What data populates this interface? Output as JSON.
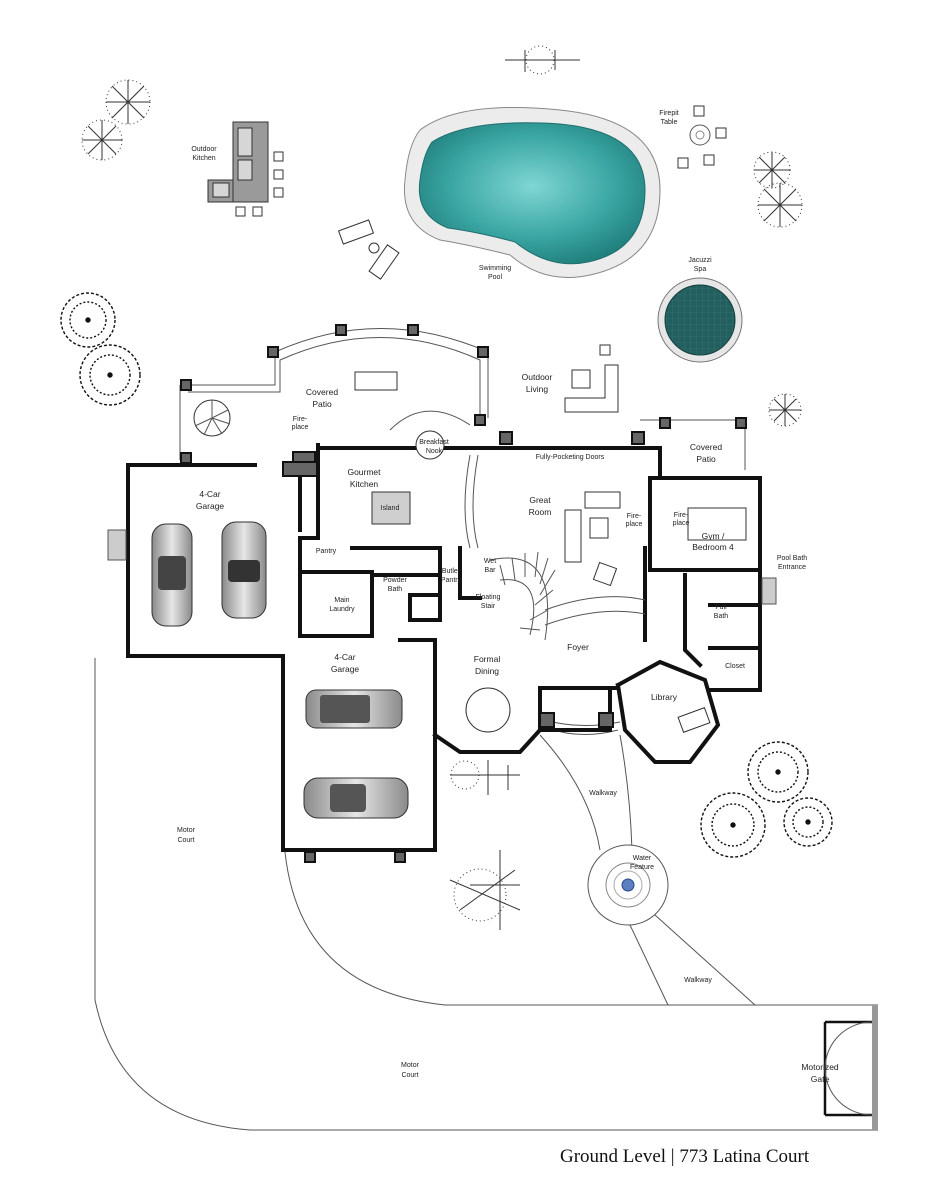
{
  "title": "Ground Level | 773 Latina Court",
  "rooms": {
    "outdoor_kitchen": [
      "Outdoor",
      "Kitchen"
    ],
    "firepit_table": [
      "Firepit",
      "Table"
    ],
    "swimming_pool": [
      "Swimming",
      "Pool"
    ],
    "jacuzzi_spa": [
      "Jacuzzi",
      "Spa"
    ],
    "covered_patio_main": [
      "Covered",
      "Patio"
    ],
    "outdoor_living": [
      "Outdoor",
      "Living"
    ],
    "fireplace_patio": [
      "Fire-",
      "place"
    ],
    "breakfast_nook": [
      "Breakfast",
      "Nook"
    ],
    "covered_patio_east": [
      "Covered",
      "Patio"
    ],
    "garage_upper": [
      "4-Car",
      "Garage"
    ],
    "gourmet_kitchen": [
      "Gourmet",
      "Kitchen"
    ],
    "island": "Island",
    "pocket_doors": "Fully-Pocketing Doors",
    "great_room": [
      "Great",
      "Room"
    ],
    "fireplace_great": [
      "Fire-",
      "place"
    ],
    "fireplace_gym": [
      "Fire-",
      "place"
    ],
    "gym_bedroom": [
      "Gym /",
      "Bedroom 4"
    ],
    "pool_bath_entrance": [
      "Pool Bath",
      "Entrance"
    ],
    "pantry": "Pantry",
    "wet_bar": [
      "Wet",
      "Bar"
    ],
    "butler_pantry": [
      "Butler",
      "Pantry"
    ],
    "powder_bath": [
      "Powder",
      "Bath"
    ],
    "main_laundry": [
      "Main",
      "Laundry"
    ],
    "floating_stair": [
      "Floating",
      "Stair"
    ],
    "full_bath": [
      "Full",
      "Bath"
    ],
    "foyer": "Foyer",
    "closet": "Closet",
    "garage_lower": [
      "4-Car",
      "Garage"
    ],
    "formal_dining": [
      "Formal",
      "Dining"
    ],
    "library": "Library",
    "walkway_upper": "Walkway",
    "water_feature": [
      "Water",
      "Feature"
    ],
    "walkway_lower": "Walkway",
    "motor_court_upper": [
      "Motor",
      "Court"
    ],
    "motor_court_lower": [
      "Motor",
      "Court"
    ],
    "motorized_gate": [
      "Motorized",
      "Gate"
    ]
  },
  "colors": {
    "pool_water": "#2f9e9c",
    "pool_deck": "#d9d9d9",
    "wall": "#111111",
    "column": "#666666",
    "car_silver": "#b5b5b5",
    "water_feature": "#5b7fbf"
  }
}
